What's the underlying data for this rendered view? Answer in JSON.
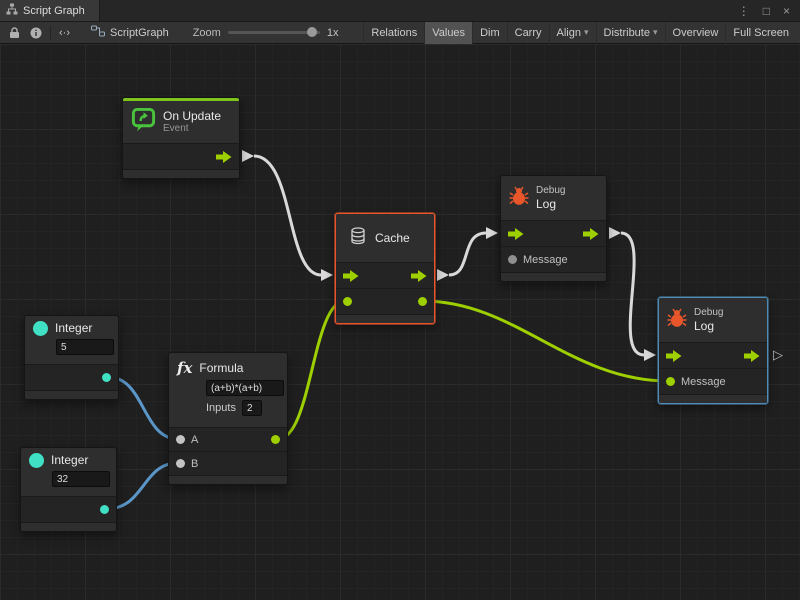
{
  "window": {
    "title": "Script Graph",
    "controls": {
      "menu": "⋮",
      "maximize": "□",
      "close": "×"
    }
  },
  "toolbar": {
    "graph_name": "ScriptGraph",
    "code_glyph": "‹·›",
    "zoom": {
      "label": "Zoom",
      "value": "1x"
    },
    "dropdown_glyph": "▾",
    "buttons": [
      {
        "label": "Relations",
        "active": false,
        "dropdown": false
      },
      {
        "label": "Values",
        "active": true,
        "dropdown": false
      },
      {
        "label": "Dim",
        "active": false,
        "dropdown": false
      },
      {
        "label": "Carry",
        "active": false,
        "dropdown": false
      },
      {
        "label": "Align",
        "active": false,
        "dropdown": true
      },
      {
        "label": "Distribute",
        "active": false,
        "dropdown": true
      },
      {
        "label": "Overview",
        "active": false,
        "dropdown": false
      },
      {
        "label": "Full Screen",
        "active": false,
        "dropdown": false
      }
    ]
  },
  "graph": {
    "play_glyph": "▷",
    "nodes": {
      "on_update": {
        "title": "On Update",
        "subtitle": "Event"
      },
      "cache": {
        "title": "Cache"
      },
      "debug_log_top": {
        "category": "Debug",
        "title": "Log",
        "input_label": "Message"
      },
      "debug_log_right": {
        "category": "Debug",
        "title": "Log",
        "input_label": "Message"
      },
      "integer_a": {
        "title": "Integer",
        "value": "5"
      },
      "integer_b": {
        "title": "Integer",
        "value": "32"
      },
      "formula": {
        "title": "Formula",
        "icon_glyph": "fx",
        "expression": "(a+b)*(a+b)",
        "inputs_label": "Inputs",
        "inputs_value": "2",
        "port_a": "A",
        "port_b": "B"
      }
    }
  },
  "colors": {
    "lime_port": "#9ed000",
    "teal_port": "#3fe0c4",
    "blue_wire": "#5a96c8",
    "white_wire": "#d9d9d9",
    "event_green": "#49c43c",
    "bug_orange": "#e8562a",
    "selection_red": "#e8552d",
    "selection_blue": "#4f8cb5"
  }
}
